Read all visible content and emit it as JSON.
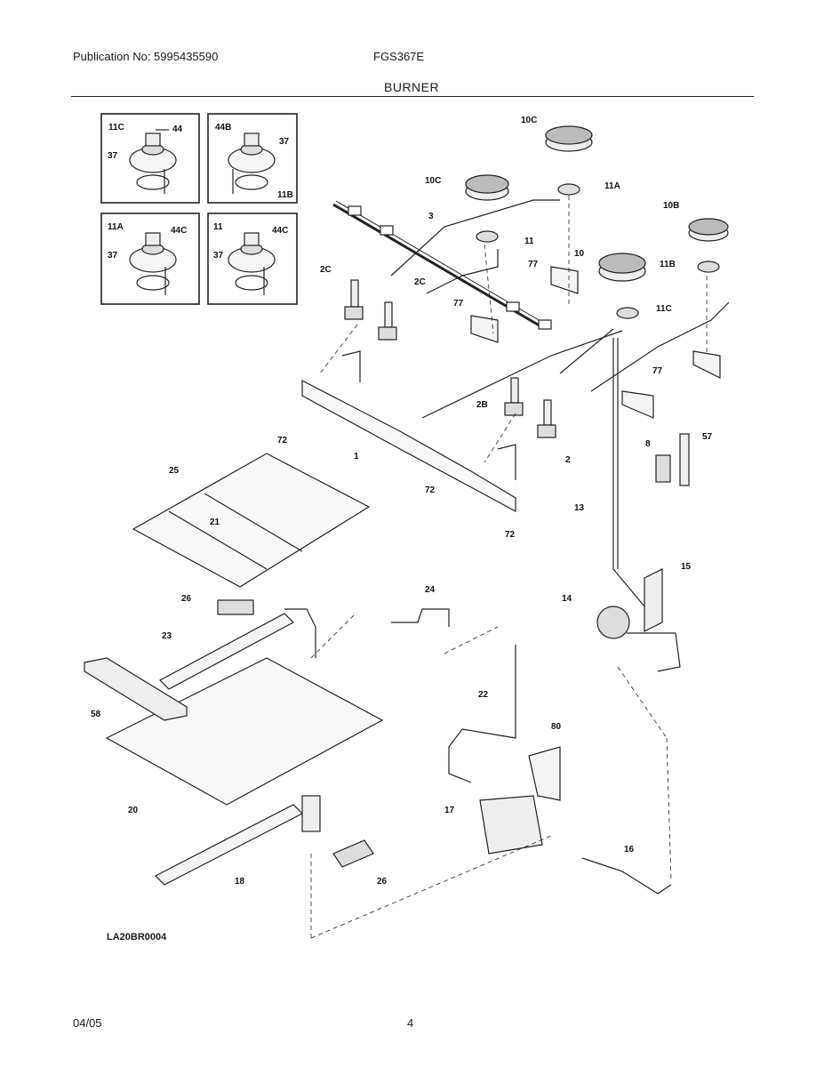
{
  "header": {
    "publication": "Publication No: 5995435590",
    "model": "FGS367E",
    "section": "BURNER"
  },
  "footer": {
    "date": "04/05",
    "page": "4"
  },
  "diagram_code": "LA20BR0004",
  "insets": [
    {
      "title": "11C",
      "labels": [
        "44",
        "37"
      ]
    },
    {
      "title": "11B",
      "labels": [
        "44B",
        "37"
      ]
    },
    {
      "title": "11A",
      "labels": [
        "44C",
        "37"
      ]
    },
    {
      "title": "11",
      "labels": [
        "44C",
        "37"
      ]
    }
  ],
  "callouts": [
    "10C",
    "10C",
    "11A",
    "10B",
    "11B",
    "10",
    "11",
    "3",
    "77",
    "2C",
    "2C",
    "77",
    "11C",
    "77",
    "2B",
    "2",
    "1",
    "72",
    "72",
    "72",
    "8",
    "57",
    "25",
    "21",
    "13",
    "15",
    "26",
    "24",
    "14",
    "23",
    "22",
    "58",
    "80",
    "20",
    "17",
    "16",
    "18",
    "26"
  ]
}
